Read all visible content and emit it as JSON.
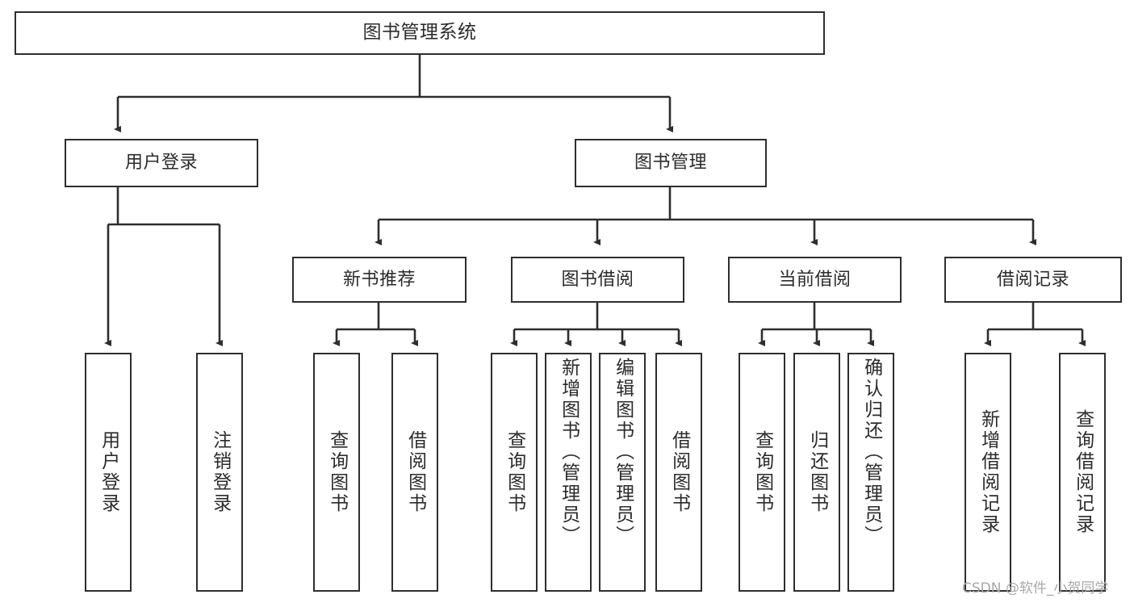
{
  "diagram": {
    "title": "图书管理系统",
    "type": "tree-hierarchy",
    "root": {
      "id": "root",
      "label": "图书管理系统"
    },
    "level1": [
      {
        "id": "user-login",
        "label": "用户登录"
      },
      {
        "id": "book-manage",
        "label": "图书管理"
      }
    ],
    "level2": [
      {
        "id": "new-book-recommend",
        "label": "新书推荐",
        "parent": "book-manage"
      },
      {
        "id": "book-borrow",
        "label": "图书借阅",
        "parent": "book-manage"
      },
      {
        "id": "current-borrow",
        "label": "当前借阅",
        "parent": "book-manage"
      },
      {
        "id": "borrow-record",
        "label": "借阅记录",
        "parent": "book-manage"
      }
    ],
    "leaves": [
      {
        "id": "leaf-user-login",
        "label": "用户登录",
        "parent": "user-login"
      },
      {
        "id": "leaf-logout-login",
        "label": "注销登录",
        "parent": "user-login"
      },
      {
        "id": "leaf-query-book-1",
        "label": "查询图书",
        "parent": "new-book-recommend"
      },
      {
        "id": "leaf-borrow-book-1",
        "label": "借阅图书",
        "parent": "new-book-recommend"
      },
      {
        "id": "leaf-query-book-2",
        "label": "查询图书",
        "parent": "book-borrow"
      },
      {
        "id": "leaf-add-book",
        "label": "新增图书（管理员）",
        "parent": "book-borrow"
      },
      {
        "id": "leaf-edit-book",
        "label": "编辑图书（管理员）",
        "parent": "book-borrow"
      },
      {
        "id": "leaf-borrow-book-2",
        "label": "借阅图书",
        "parent": "book-borrow"
      },
      {
        "id": "leaf-query-book-3",
        "label": "查询图书",
        "parent": "current-borrow"
      },
      {
        "id": "leaf-return-book",
        "label": "归还图书",
        "parent": "current-borrow"
      },
      {
        "id": "leaf-confirm-return",
        "label": "确认归还（管理员）",
        "parent": "current-borrow"
      },
      {
        "id": "leaf-add-record",
        "label": "新增借阅记录",
        "parent": "borrow-record"
      },
      {
        "id": "leaf-query-record",
        "label": "查询借阅记录",
        "parent": "borrow-record"
      }
    ]
  },
  "watermark": {
    "text": "CSDN @软件_小贺同学"
  },
  "colors": {
    "stroke": "#2e2e2e",
    "background": "#ffffff",
    "text": "#2b2b2b",
    "watermark": "#a8a8a8"
  }
}
